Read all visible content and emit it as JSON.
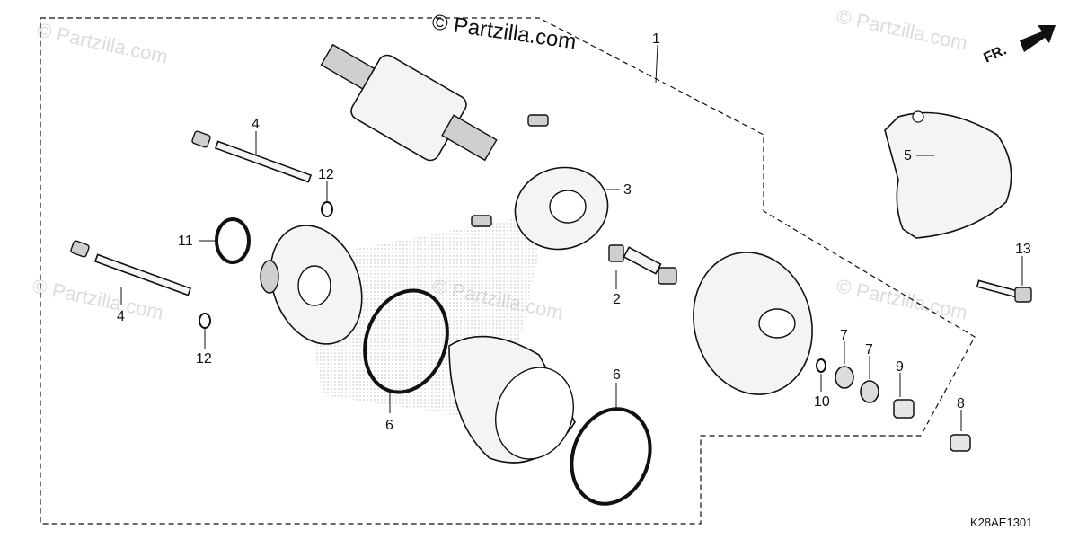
{
  "watermark": {
    "brand": "© Partzilla.com",
    "repeat": "© Partzilla.com"
  },
  "direction_indicator": "FR.",
  "diagram_code": "K28AE1301",
  "callouts": [
    "1",
    "2",
    "3",
    "4",
    "4",
    "5",
    "6",
    "6",
    "7",
    "7",
    "8",
    "9",
    "10",
    "11",
    "12",
    "12",
    "13"
  ]
}
